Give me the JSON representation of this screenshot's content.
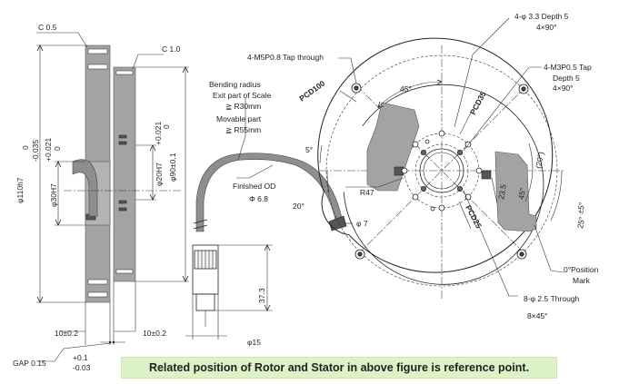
{
  "labels": {
    "c05": "C 0.5",
    "c10": "C 1.0",
    "phi110": "φ110h7",
    "tol110_top": "0",
    "tol110_bot": "-0.035",
    "tol30_top": "+0.021",
    "tol30_bot": "0",
    "phi30": "φ30H7",
    "tol20_top": "+0.021",
    "tol20_bot": "0",
    "phi20": "φ20H7",
    "phi90": "φ90±0.1",
    "dim10a": "10±0.2",
    "dim10b": "10±0.2",
    "gap": "GAP  0.15",
    "gap_top": "+0.1",
    "gap_bot": "-0.03",
    "bending1": "Bending radius",
    "bending2": "Exit part of Scale",
    "bending3": "≧ R30mm",
    "movable1": "Movable part",
    "movable2": "≧ R55mm",
    "finished": "Finished OD",
    "phi68": "Φ 6.8",
    "phi7": "φ 7",
    "dim373": "37.3",
    "phi15": "φ15",
    "m5": "4-M5P0.8 Tap through",
    "pcd100": "PCD100",
    "pcd35": "PCD35",
    "pcd25": "PCD25",
    "ang45a": "45°",
    "ang45b": "45°",
    "ang5": "5°",
    "ang20a": "20°",
    "ang20b": "(20°)",
    "ang25": "25°",
    "ang25tol": "±5°",
    "dim235": "23.5",
    "r47": "R47",
    "h33a": "4-φ 3.3  Depth 5",
    "h33b": "4×90°",
    "m3a": "4-M3P0.5  Tap",
    "m3b": "Depth 5",
    "m3c": "4×90°",
    "zero1": "0°Position",
    "zero2": "Mark",
    "h25a": "8-φ 2.5  Through",
    "h25b": "8×45°"
  },
  "note": "Related position of Rotor and Stator in above figure is reference point."
}
